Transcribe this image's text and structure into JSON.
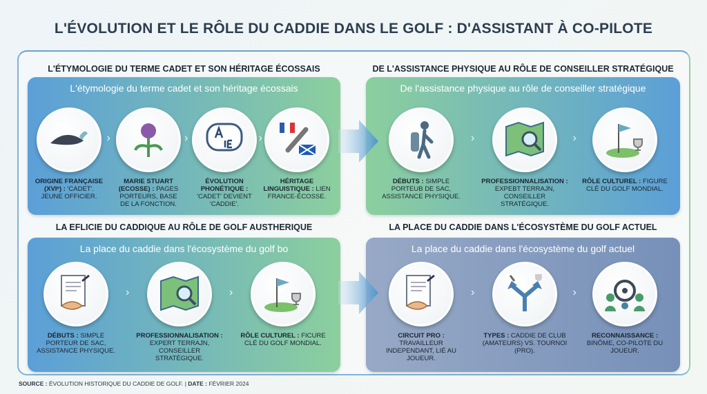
{
  "title": "L'ÉVOLUTION ET LE RÔLE DU CADDIE DANS LE GOLF : D'ASSISTANT À CO-PILOTE",
  "sections": [
    {
      "heading": "L'ÉTYMOLOGIE DU TERME CADET ET SON HÉRITAGE ÉCOSSAIS",
      "panel_title": "L'étymologie du terme cadet et son héritage écossais",
      "colors": [
        "#5b9fd8",
        "#8ccf9e"
      ],
      "items": [
        {
          "icon": "tricorn-hat-icon",
          "bold": "ORIGINE FRANÇAISE (XVIᵉ) :",
          "text": " 'CADET'. JEUNE OFFICIER."
        },
        {
          "icon": "thistle-icon",
          "bold": "MARIE STUART (ECOSSE) :",
          "text": " PAGES PORTEURS, BASE DE LA FONCTION."
        },
        {
          "icon": "speech-translate-icon",
          "bold": "ÉVOLUTION PHONÉTIQUE :",
          "text": " 'CADET' DEVIENT 'CADDIE'."
        },
        {
          "icon": "chain-flags-icon",
          "bold": "HÉRITAGE LINGUISTIQUE :",
          "text": " LIEN FRANCE-ÉCOSSE."
        }
      ]
    },
    {
      "heading": "DE L'ASSISTANCE PHYSIQUE AU RÔLE DE CONSEILLER STRATÉGIQUE",
      "panel_title": "De l'assistance physique au rôle de conseiller stratégique",
      "colors": [
        "#8ccf9e",
        "#5b9fd8"
      ],
      "items": [
        {
          "icon": "caddie-bag-icon",
          "bold": "DÉBUTS :",
          "text": " SIMPLE PORTEUB DE SAC, ASSISTANCE PHYSIQUE."
        },
        {
          "icon": "map-magnifier-icon",
          "bold": "PROFESSIONNALISATION :",
          "text": " EXPEBT TERRAJN, CONSEILLER STRATÉGIQUE."
        },
        {
          "icon": "flag-trophy-icon",
          "bold": "RÔLE CULTUREL :",
          "text": " FIGURE CLÉ DU GOLF MONDIAL."
        }
      ]
    },
    {
      "heading": "LA EFLICIE DU CADDIQUE AU RÔLE DE GOLF AUSTHERIQUE",
      "panel_title": "La place du caddie dans l'écosystème du golf bo",
      "colors": [
        "#5b9fd8",
        "#8ccf9e"
      ],
      "items": [
        {
          "icon": "contract-handshake-icon",
          "bold": "DÉBUTS :",
          "text": " SIMPLE PORTEUR DE SAC, ASSISTANCE PHYSIQUE."
        },
        {
          "icon": "map-magnifier-icon",
          "bold": "PROFESSIONNALISATION :",
          "text": " EXPERT TERRAJN, CONSEILLER STRATÉGIQUE."
        },
        {
          "icon": "flag-trophy-icon",
          "bold": "RÔLE CULTUREL :",
          "text": " FICURE CLÉ DU GOLF MONDIAL."
        }
      ]
    },
    {
      "heading": "LA PLACE DU CADDIE DANS L'ÉCOSYSTÈME DU GOLF ACTUEL",
      "panel_title": "La place du caddie dans l'écosystème du golf actuel",
      "colors": [
        "#97a9c6",
        "#7690b8"
      ],
      "items": [
        {
          "icon": "contract-handshake-icon",
          "bold": "CIRCUIT PRO :",
          "text": " TRAVAILLEUR INDEPENDANT, LIÉ AU JOUEUR."
        },
        {
          "icon": "split-arrows-club-trophy-icon",
          "bold": "TYPES :",
          "text": " CADDIE DE CLUB (AMATEURS) VS. TOURNOI (PRO)."
        },
        {
          "icon": "team-steering-wheel-icon",
          "bold": "RECONNAISSANCE :",
          "text": " BINÔME, CO-PILOTE DU JOUEUR."
        }
      ]
    }
  ],
  "source": {
    "label": "SOURCE :",
    "text": " ÉVOLUTION HISTORIQUE DU CADDIE DE GOLF. | ",
    "date_label": "DATE :",
    "date": " FÉVRIER 2024"
  }
}
